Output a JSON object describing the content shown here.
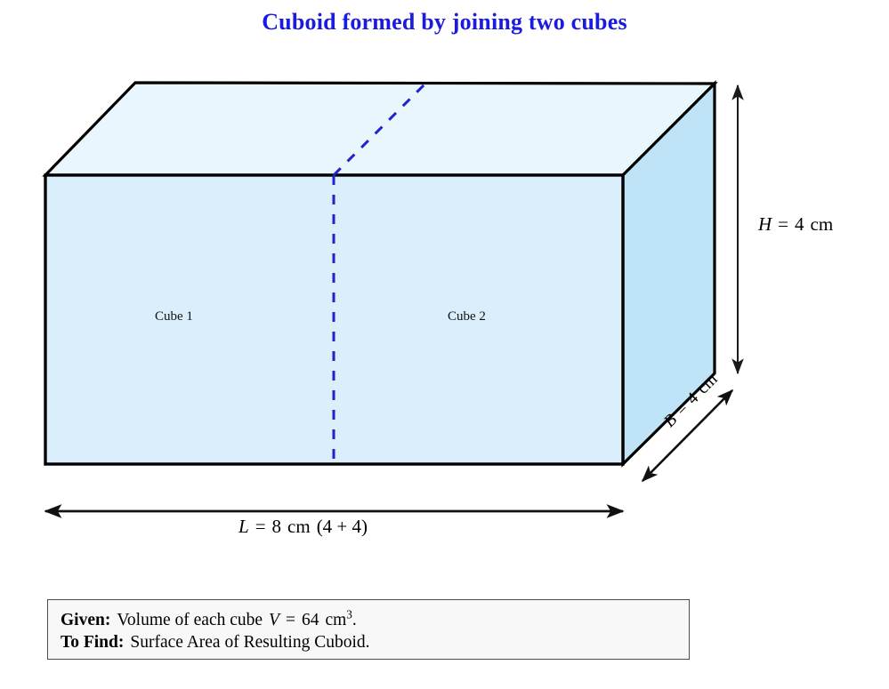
{
  "title": "Cuboid formed by joining two cubes",
  "figure": {
    "faces": {
      "front_label": "front-face",
      "top_label": "top-face",
      "side_label": "right-side-face"
    },
    "part_labels": [
      {
        "name": "cube-1-label",
        "text": "Cube 1"
      },
      {
        "name": "cube-2-label",
        "text": "Cube 2"
      }
    ],
    "dimensions": {
      "height": {
        "symbol": "H",
        "equals": "=",
        "value": "4",
        "unit": "cm",
        "full": "H = 4 cm"
      },
      "breadth": {
        "symbol": "B",
        "equals": "=",
        "value": "4",
        "unit": "cm",
        "full": "B = 4 cm"
      },
      "length": {
        "symbol": "L",
        "equals": "=",
        "value": "8",
        "unit": "cm",
        "note": "(4 + 4)",
        "full": "L = 8 cm (4 + 4)"
      }
    }
  },
  "info_box": {
    "given": {
      "label": "Given:",
      "text_before": "Volume of each cube",
      "symbol": "V",
      "equals": "=",
      "value": "64",
      "unit": "cm",
      "exponent": "3",
      "terminator": ".",
      "full": "Given: Volume of each cube V = 64 cm3."
    },
    "to_find": {
      "label": "To Find:",
      "text": "Surface Area of Resulting Cuboid.",
      "full": "To Find: Surface Area of Resulting Cuboid."
    }
  },
  "colors": {
    "title": "#1a1ae0",
    "front_face": "#daeefb",
    "top_face": "#eaf6fd",
    "side_face": "#bfe4f8",
    "edge": "#000000",
    "divider_dash": "#2222cc",
    "box_border": "#4d4d4d",
    "box_fill": "#f8f8f8"
  }
}
